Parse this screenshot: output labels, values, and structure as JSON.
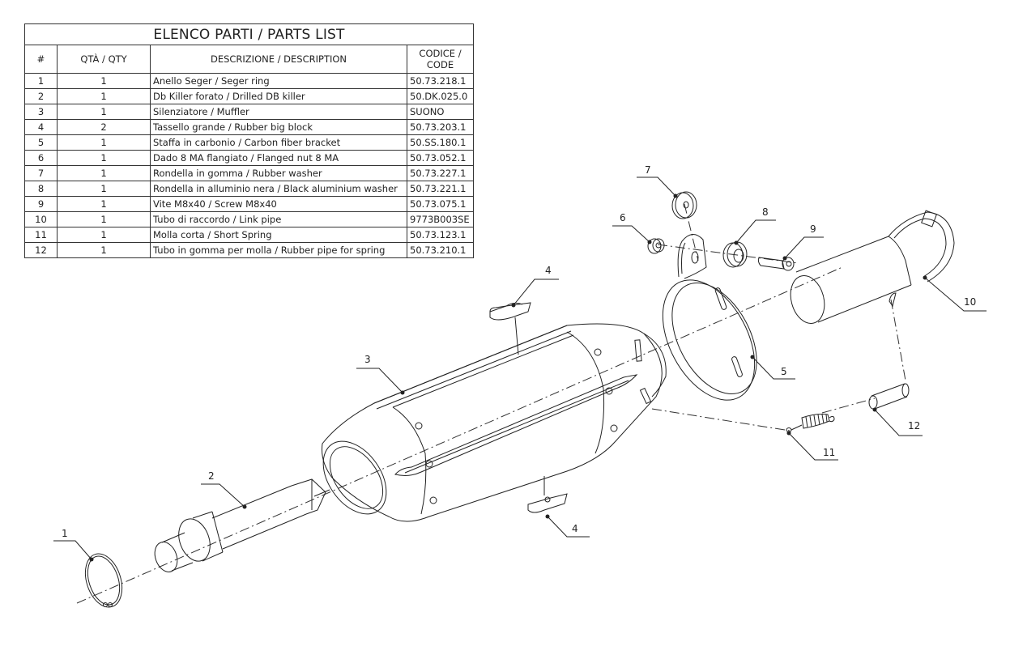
{
  "parts_list": {
    "title": "ELENCO PARTI / PARTS LIST",
    "columns": [
      "#",
      "QTÀ / QTY",
      "DESCRIZIONE / DESCRIPTION",
      "CODICE / CODE"
    ],
    "rows": [
      {
        "num": "1",
        "qty": "1",
        "description": "Anello Seger / Seger ring",
        "code": "50.73.218.1"
      },
      {
        "num": "2",
        "qty": "1",
        "description": "Db Killer forato / Drilled DB killer",
        "code": "50.DK.025.0"
      },
      {
        "num": "3",
        "qty": "1",
        "description": "Silenziatore / Muffler",
        "code": "SUONO"
      },
      {
        "num": "4",
        "qty": "2",
        "description": "Tassello grande / Rubber big block",
        "code": "50.73.203.1"
      },
      {
        "num": "5",
        "qty": "1",
        "description": "Staffa in carbonio / Carbon fiber bracket",
        "code": "50.SS.180.1"
      },
      {
        "num": "6",
        "qty": "1",
        "description": "Dado 8 MA flangiato / Flanged nut 8 MA",
        "code": "50.73.052.1"
      },
      {
        "num": "7",
        "qty": "1",
        "description": "Rondella in gomma / Rubber washer",
        "code": "50.73.227.1"
      },
      {
        "num": "8",
        "qty": "1",
        "description": "Rondella in alluminio nera / Black aluminium washer",
        "code": "50.73.221.1"
      },
      {
        "num": "9",
        "qty": "1",
        "description": "Vite M8x40 / Screw M8x40",
        "code": "50.73.075.1"
      },
      {
        "num": "10",
        "qty": "1",
        "description": "Tubo di raccordo / Link pipe",
        "code": "9773B003SE"
      },
      {
        "num": "11",
        "qty": "1",
        "description": "Molla corta / Short Spring",
        "code": "50.73.123.1"
      },
      {
        "num": "12",
        "qty": "1",
        "description": "Tubo in gomma per molla / Rubber pipe for spring",
        "code": "50.73.210.1"
      }
    ]
  },
  "diagram": {
    "callouts": {
      "seger_ring": "1",
      "db_killer": "2",
      "muffler": "3",
      "rubber_block_top": "4",
      "rubber_block_bottom": "4",
      "bracket": "5",
      "flanged_nut": "6",
      "rubber_washer": "7",
      "aluminium_washer": "8",
      "screw": "9",
      "link_pipe": "10",
      "short_spring": "11",
      "rubber_pipe": "12"
    }
  }
}
